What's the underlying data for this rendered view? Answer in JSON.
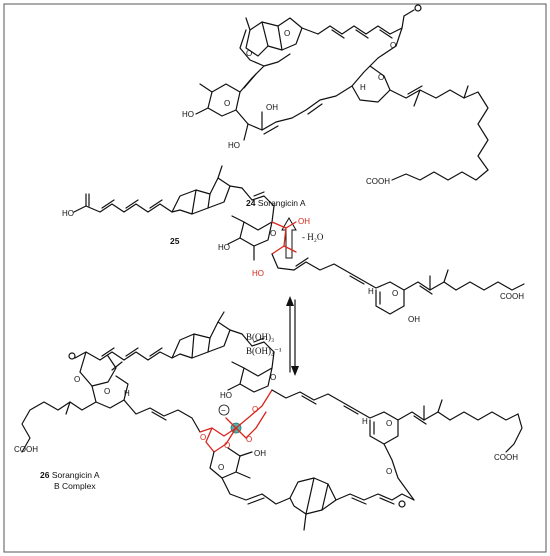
{
  "compound_24": {
    "number": "24",
    "name": "Sorangicin A"
  },
  "compound_25": {
    "number": "25"
  },
  "compound_26": {
    "number": "26",
    "name_line1": "Sorangicin A",
    "name_line2": "B Complex"
  },
  "step_top": {
    "label": "- H₂O"
  },
  "step_bottom": {
    "line1": "B(OH)₃",
    "line2": "B(OH)₄⁻¹"
  },
  "labels": {
    "cooh": "COOH",
    "ho": "HO",
    "oh": "OH",
    "o": "O",
    "h": "H",
    "minus": "−"
  },
  "colors": {
    "highlight": "#d8261c",
    "boron": "#4fb3b0",
    "frame": "#555555"
  }
}
